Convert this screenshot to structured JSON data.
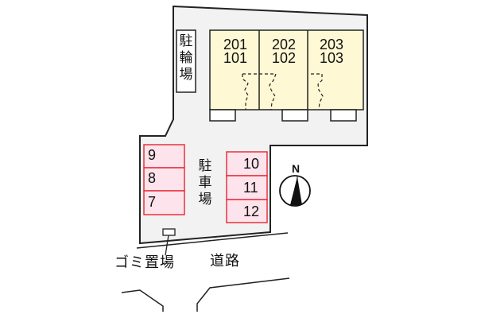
{
  "map": {
    "type": "site-plan",
    "colors": {
      "lot_fill": "#f2f2f2",
      "building_fill": "#fff8d4",
      "parking_fill": "#fde4ec",
      "parking_border": "#e8323c",
      "outline": "#222222"
    },
    "building": {
      "units": [
        {
          "upper": "201",
          "lower": "101"
        },
        {
          "upper": "202",
          "lower": "102"
        },
        {
          "upper": "203",
          "lower": "103"
        }
      ]
    },
    "bicycle_parking": {
      "label": "駐輪場"
    },
    "parking": {
      "label": "駐車場",
      "left_slots": [
        "9",
        "8",
        "7"
      ],
      "right_slots": [
        "10",
        "11",
        "12"
      ]
    },
    "garbage": {
      "label": "ゴミ置場"
    },
    "road": {
      "label": "道路"
    },
    "compass": {
      "label": "N"
    }
  }
}
